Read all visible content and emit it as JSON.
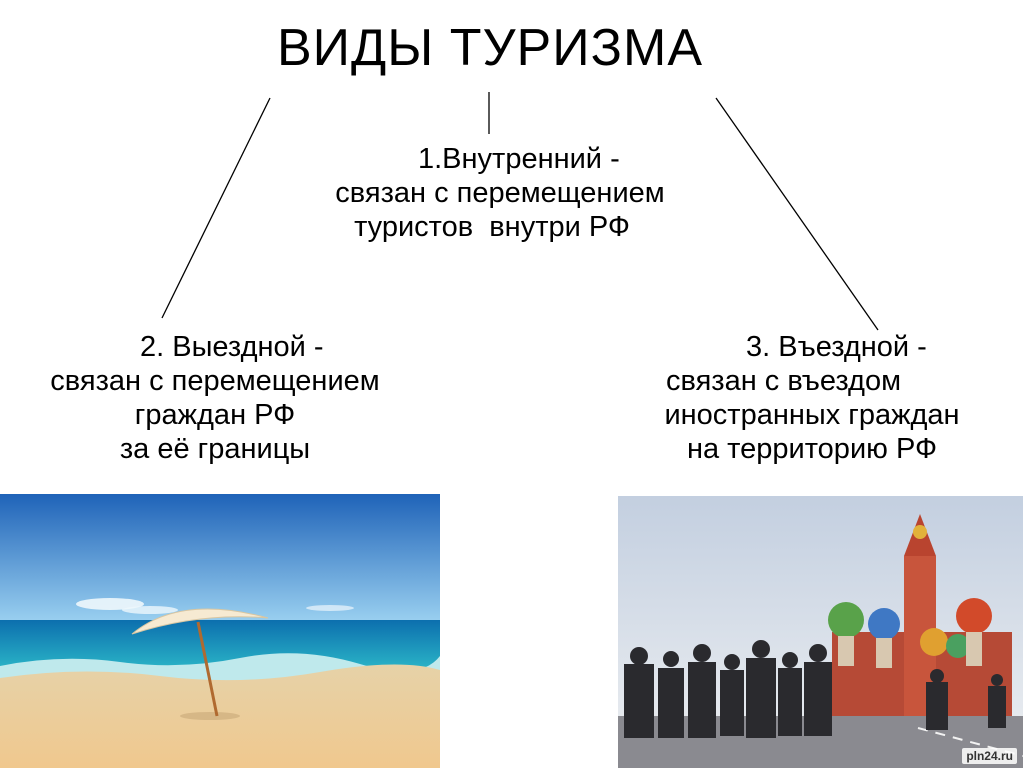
{
  "title": "ВИДЫ  ТУРИЗМА",
  "types": [
    {
      "line1": "1.Внутренний -",
      "line2": "связан с перемещением",
      "line3": "туристов  внутри РФ"
    },
    {
      "line1": "2. Выездной -",
      "line2": "связан с перемещением",
      "line3": "граждан РФ",
      "line4": "за её границы"
    },
    {
      "line1": "3. Въездной -",
      "line2": "связан с въездом",
      "line3": "иностранных граждан",
      "line4": "на территорию РФ"
    }
  ],
  "watermark": "pln24.ru"
}
